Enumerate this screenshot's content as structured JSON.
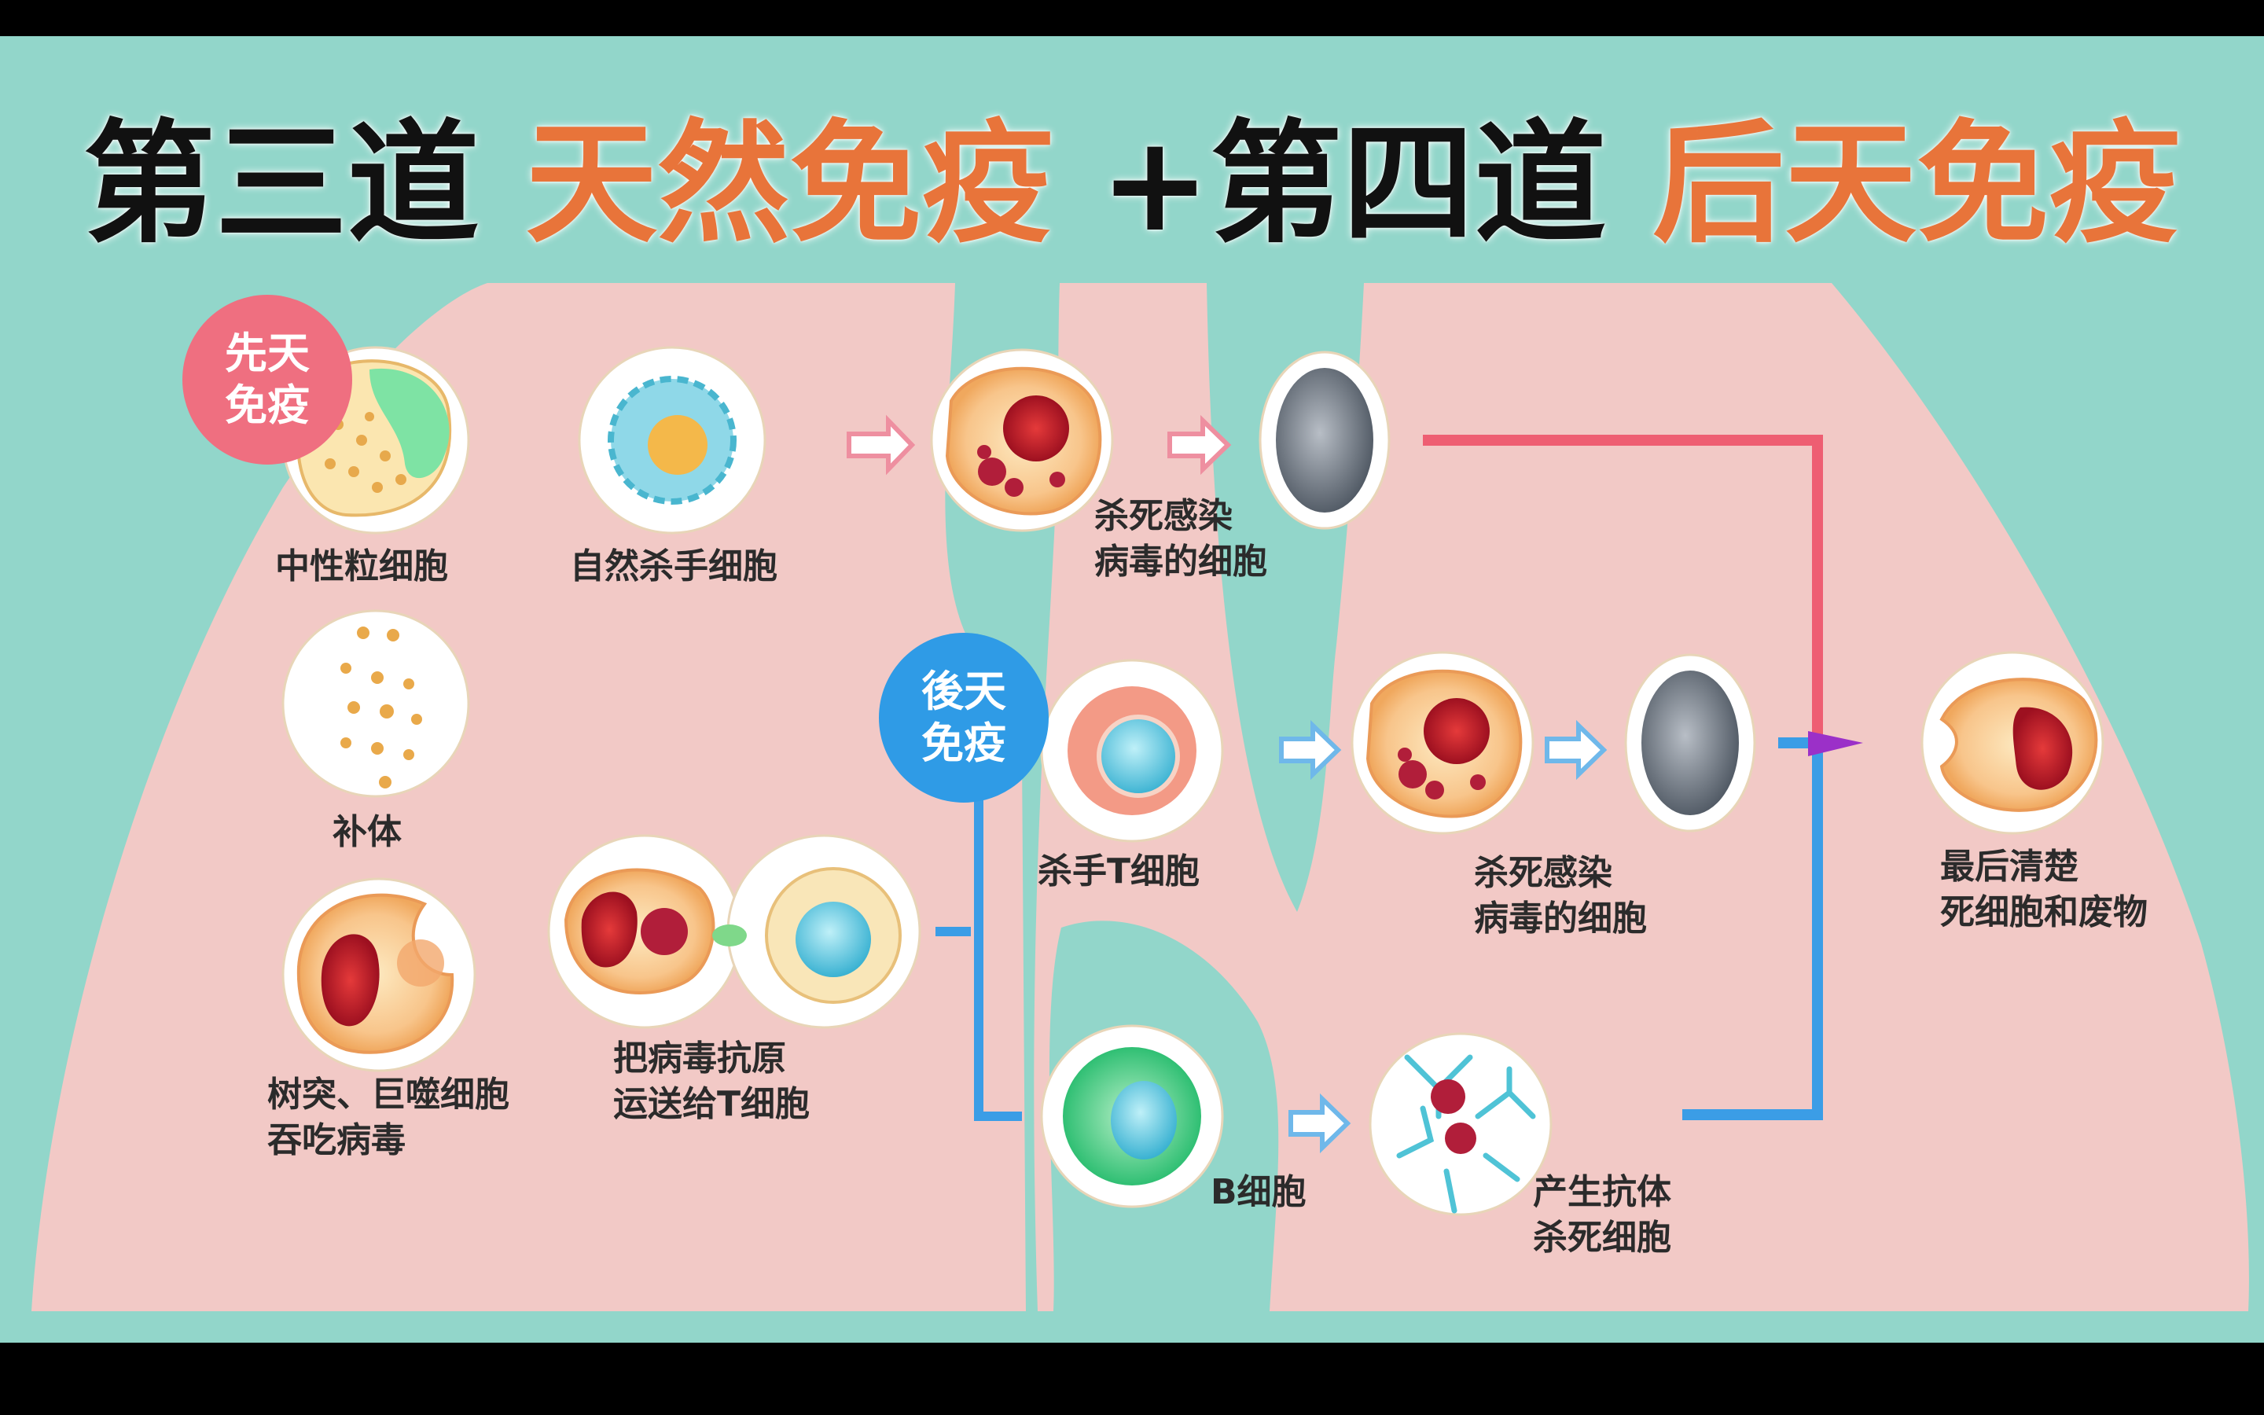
{
  "title": {
    "part1": "第三道 ",
    "part2": "天然免疫",
    "part3": " +第四道 ",
    "part4": "后天免疫"
  },
  "badges": {
    "innate": "先天\n免疫",
    "adaptive": "後天\n免疫"
  },
  "labels": {
    "neutrophil": "中性粒细胞",
    "nk_cell": "自然杀手细胞",
    "kill_infected_top": "杀死感染\n病毒的细胞",
    "complement": "补体",
    "dendritic": "树突、巨噬细胞\n吞吃病毒",
    "antigen_transfer": "把病毒抗原\n运送给T细胞",
    "killer_t": "杀手T细胞",
    "kill_infected_mid": "杀死感染\n病毒的细胞",
    "b_cell": "B细胞",
    "antibody": "产生抗体\n杀死细胞",
    "final_clear": "最后清楚\n死细胞和废物"
  },
  "colors": {
    "background_teal": "#92d6ca",
    "lung_pink": "#f2c9c6",
    "title_orange": "#e8743a",
    "innate_badge": "#ef6f80",
    "adaptive_badge": "#2f9be6",
    "innate_line": "#ee5e72",
    "adaptive_line": "#3b9de6",
    "merge_arrow": "#9b30c8"
  }
}
